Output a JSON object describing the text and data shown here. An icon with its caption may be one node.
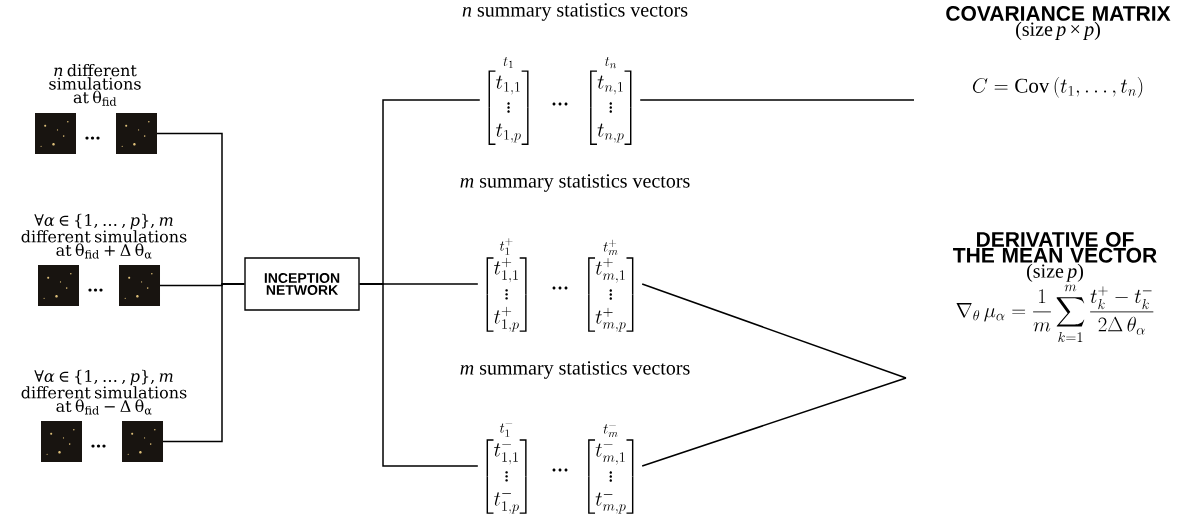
{
  "diagram": {
    "nodes": [
      {
        "text": [],
        "shape": "picture",
        "beside": [
          "*n* different simulations at θ$_{fid}$"
        ]
      },
      {
        "text": [],
        "shape": "picture",
        "beside": [
          "∀*α* ∈ {1, … , *p*}, *m* different simulations at θ$_{fid}$ + Δ θ$_{α}$"
        ]
      },
      {
        "text": [],
        "shape": "picture",
        "beside": [
          "∀*α* ∈ {1, … , *p*}, *m* different simulations at θ$_{fid}$ − Δ θ$_{α}$"
        ]
      },
      {
        "text": [
          "INCEPTION NETWORK"
        ]
      },
      {
        "text": [
          "\\overset{t_{1}}{\\begin{bmatrix} t_{1,1}\\\\ \\vdots\\\\ t_{1,p}\\end{bmatrix}}",
          "\\overset{t_{n}}{\\begin{bmatrix} t_{n,1}\\\\ \\vdots\\\\ t_{n,p}\\end{bmatrix}}"
        ],
        "beside": [
          "*n* summary statistics vectors"
        ]
      },
      {
        "text": [
          "\\overset{t_{1}^{+}}{\\begin{bmatrix} t^{+}_{1,1}\\\\ \\vdots\\\\ t^{+}_{1,p}\\end{bmatrix}}",
          "\\overset{t_{m}^{+}}{\\begin{bmatrix} t^{+}_{m,1}\\\\ \\vdots\\\\ t^{+}_{m,p}\\end{bmatrix}}"
        ],
        "beside": [
          "*m* summary statistics vectors"
        ]
      },
      {
        "text": [
          "\\overset{t_{1}^{-}}{\\begin{bmatrix} t^{-}_{1,1}\\\\ \\vdots\\\\ t^{-}_{1,p}\\end{bmatrix}}",
          "\\overset{t_{m}^{-}}{\\begin{bmatrix} t^{-}_{m,1}\\\\ \\vdots\\\\ t^{-}_{m,p}\\end{bmatrix}}"
        ],
        "beside": [
          "*m* summary statistics vectors"
        ]
      },
      {
        "text": [
          "COVARIANCE MATRIX",
          "(size *p* × *p*)",
          "C = \\mathrm{Cov}\\left( t_{1}, \\ldots , t_{n}\\right)"
        ]
      },
      {
        "text": [
          "DERIVATIVE OF THE MEAN VECTOR",
          "(size *p*)",
          "\\nabla_{\\theta}\\, \\mu_{\\alpha} = \\frac{1}{m}\\sum_{k=1}^{m}\\frac{t_{k}^{+} - t_{k}^{-}}{2\\Delta\\,\\theta_{\\alpha}}"
        ]
      }
    ],
    "edges": [
      {
        "from": 0,
        "to": 3,
        "arrow": "none"
      },
      {
        "from": 1,
        "to": 3,
        "arrow": "none"
      },
      {
        "from": 2,
        "to": 3,
        "arrow": "none"
      },
      {
        "from": 3,
        "to": 4,
        "arrow": "none"
      },
      {
        "from": 3,
        "to": 5,
        "arrow": "none"
      },
      {
        "from": 3,
        "to": 6,
        "arrow": "none"
      },
      {
        "from": 4,
        "to": 7,
        "arrow": "none"
      },
      {
        "from": 5,
        "to": 8,
        "arrow": "none"
      },
      {
        "from": 6,
        "to": 8,
        "arrow": "none"
      }
    ]
  }
}
